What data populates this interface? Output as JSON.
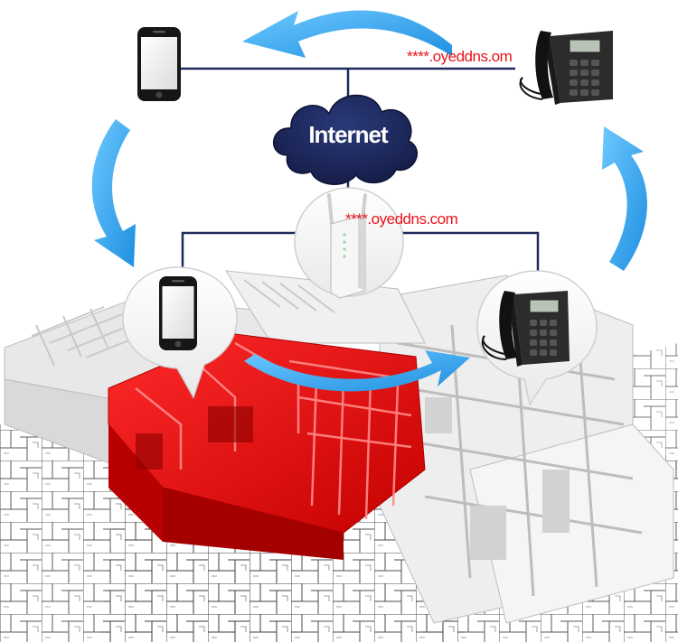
{
  "internet": {
    "label": "Internet"
  },
  "ddns_labels": {
    "remote": "****.oyeddns.om",
    "router": "****.oyeddns.com"
  },
  "colors": {
    "line": "#1f2a5c",
    "cloud": "#1b2456",
    "arrow": "#2aa3ee",
    "ddns_text": "#e8141b",
    "building_red": "#e40c0c",
    "building_white": "#f2f2f2"
  },
  "icons": {
    "remote_phone": "smartphone-icon",
    "remote_desk_phone": "desk-phone-icon",
    "router": "router-icon",
    "local_phone": "smartphone-icon",
    "local_desk_phone": "desk-phone-icon",
    "cloud": "cloud-icon",
    "building": "building-floorplan-illustration"
  }
}
